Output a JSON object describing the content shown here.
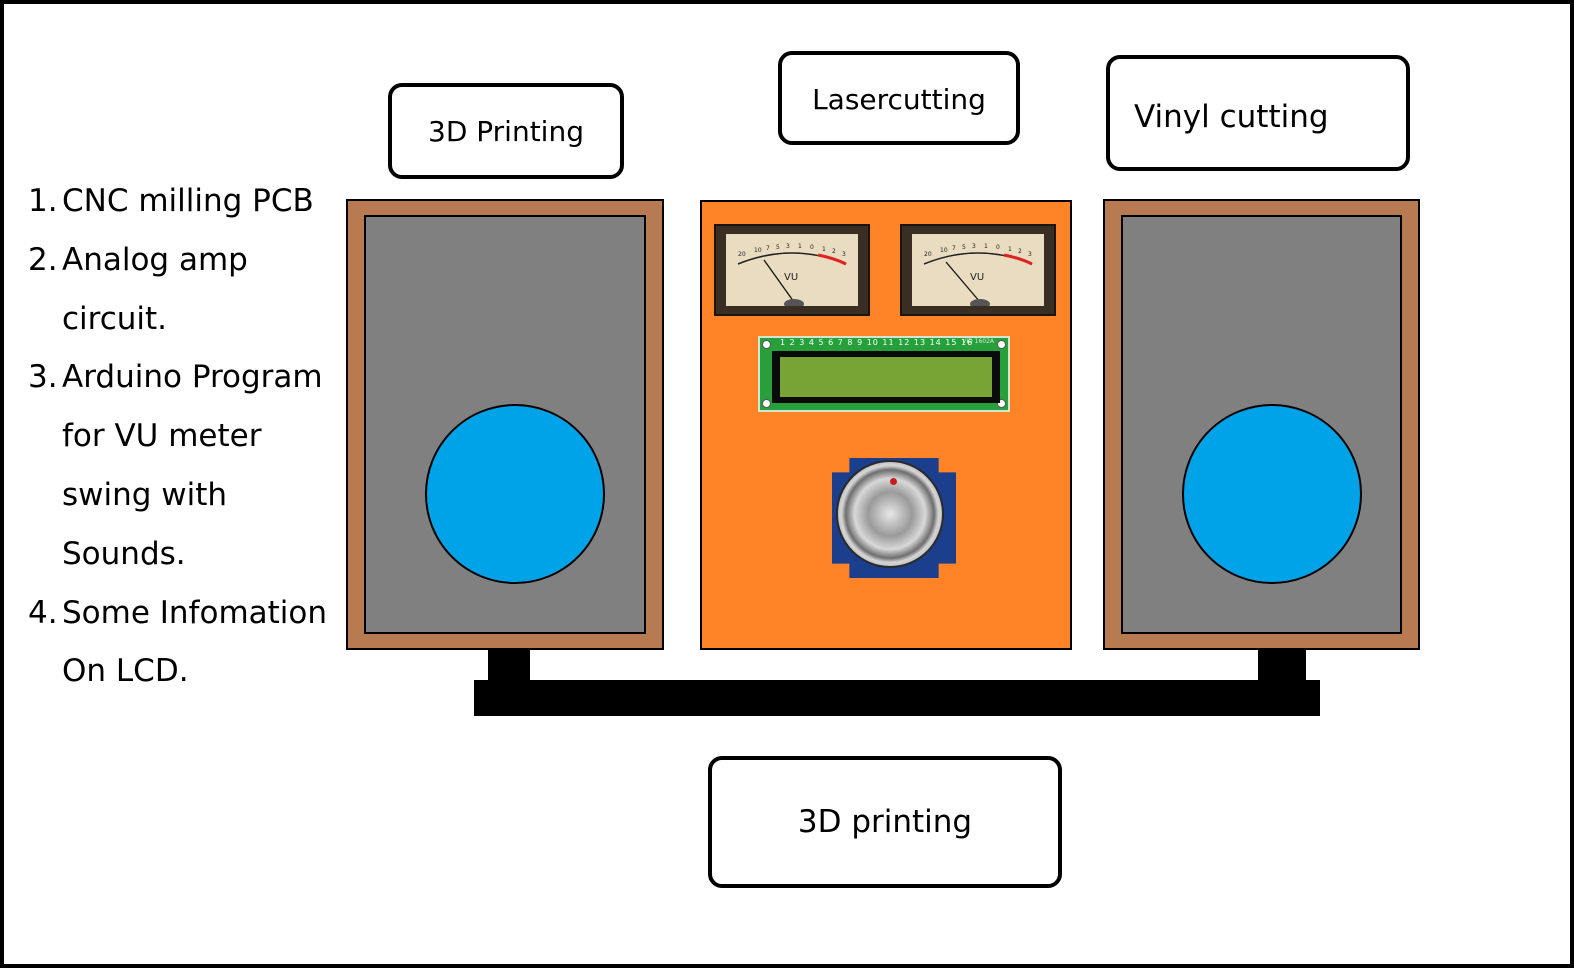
{
  "boxes": {
    "top_left": "3D Printing",
    "top_center": "Lasercutting",
    "top_right": "Vinyl cutting",
    "bottom": "3D printing"
  },
  "steps": [
    {
      "num": "1.",
      "line1": "CNC milling PCB",
      "cont": []
    },
    {
      "num": "2.",
      "line1": "Analog amp",
      "cont": [
        "circuit."
      ]
    },
    {
      "num": "3.",
      "line1": "Arduino Program",
      "cont": [
        "for VU meter",
        "swing with",
        "Sounds."
      ]
    },
    {
      "num": "4.",
      "line1": "Some Infomation",
      "cont": [
        "On LCD."
      ]
    }
  ],
  "vu_meter": {
    "label": "VU",
    "scale": [
      "20",
      "10",
      "7",
      "5",
      "3",
      "1",
      "0",
      "1",
      "2",
      "3"
    ]
  },
  "lcd": {
    "pins": "1 2 3 4 5 6 7 8 9 10 11 12 13 14 15 16",
    "model": "VID 1602A"
  },
  "colors": {
    "speaker_wood": "#b87a51",
    "speaker_grille": "#808080",
    "speaker_cone": "#00a2e8",
    "amp_panel": "#ff8327",
    "lcd_board": "#27a03c",
    "lcd_screen": "#78a335",
    "knob_base": "#1b3f8c",
    "stand": "#000000"
  },
  "icons": [
    "speaker-cone-icon",
    "vu-meter-icon",
    "lcd-module-icon",
    "volume-knob-icon"
  ]
}
